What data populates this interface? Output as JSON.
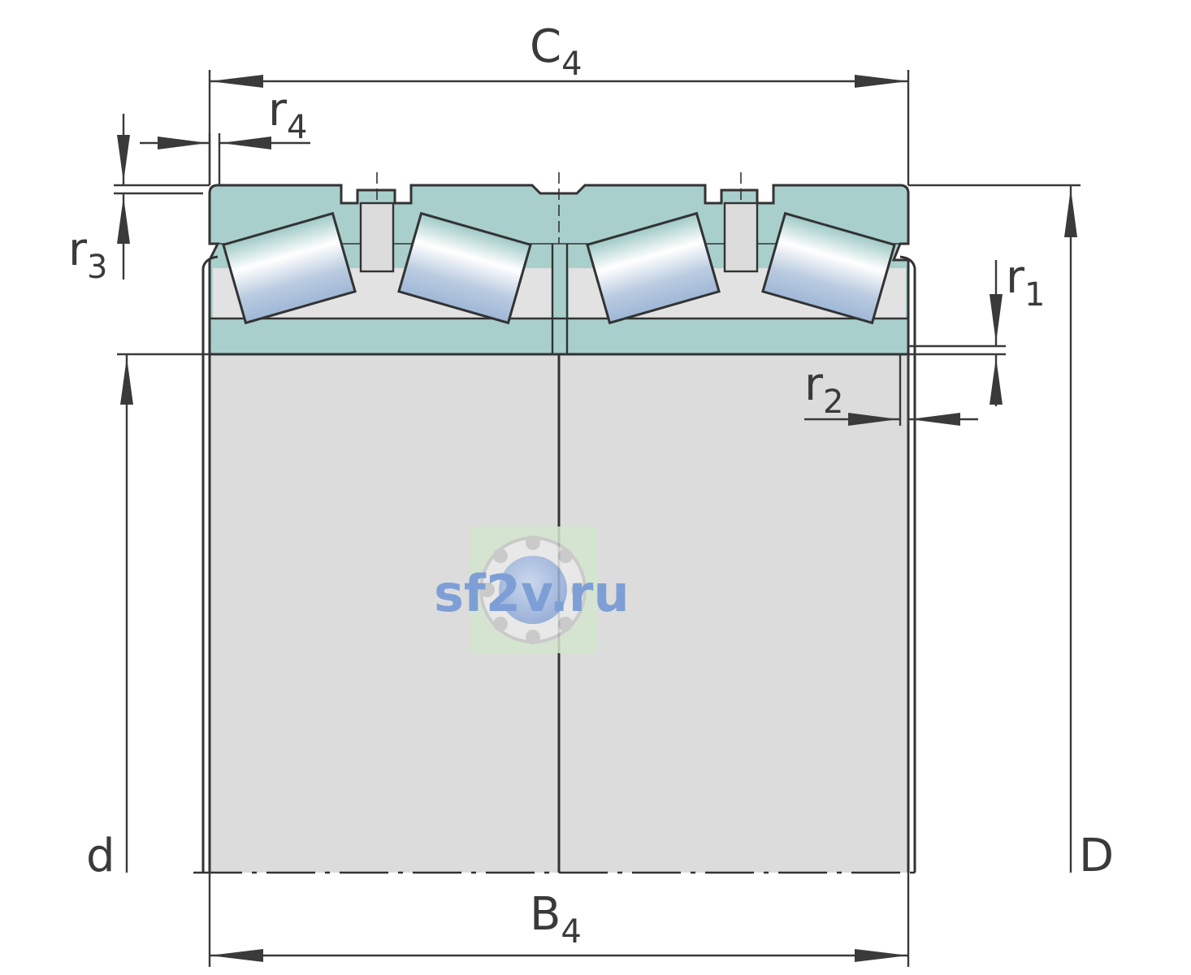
{
  "labels": {
    "C4": {
      "main": "C",
      "sub": "4"
    },
    "B4": {
      "main": "B",
      "sub": "4"
    },
    "r1": {
      "main": "r",
      "sub": "1"
    },
    "r2": {
      "main": "r",
      "sub": "2"
    },
    "r3": {
      "main": "r",
      "sub": "3"
    },
    "r4": {
      "main": "r",
      "sub": "4"
    },
    "d": "d",
    "D": "D"
  },
  "watermark": "sf2v.ru",
  "colors": {
    "outer_ring": "#a8cfcc",
    "inner_ring": "#dcdcdc",
    "line": "#333333",
    "watermark": "#7e9fd6"
  }
}
